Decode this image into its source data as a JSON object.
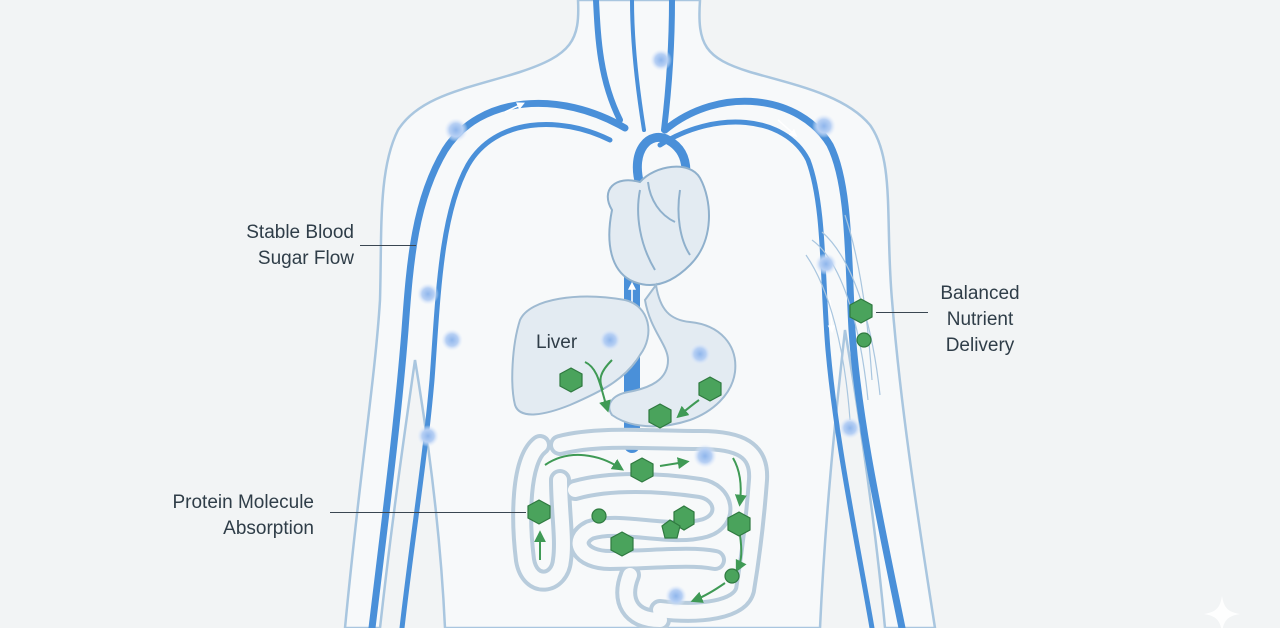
{
  "labels": {
    "blood_sugar": [
      "Stable Blood",
      "Sugar Flow"
    ],
    "nutrient": [
      "Balanced",
      "Nutrient",
      "Delivery"
    ],
    "protein": [
      "Protein Molecule",
      "Absorption"
    ],
    "liver": "Liver"
  },
  "colors": {
    "background": "#f2f4f5",
    "vessel": "#4a90d9",
    "body_outline": "#a9c6df",
    "organ_fill": "#e3ebf2",
    "organ_stroke": "#9fbad1",
    "molecule": "#4aa35c",
    "particle": "#a9c8f2"
  }
}
